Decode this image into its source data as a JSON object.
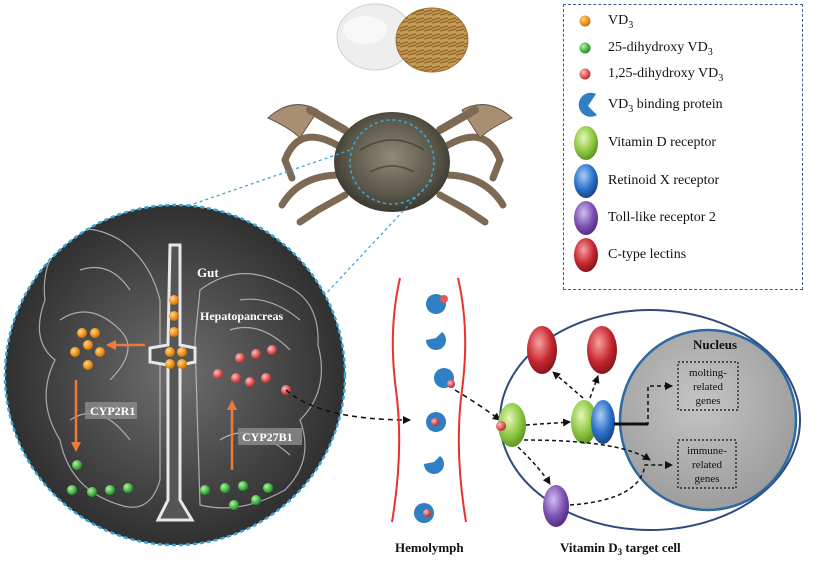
{
  "legend": {
    "vd3": "VD",
    "vd3_sub": "3",
    "dihydroxy25": "25-dihydroxy VD",
    "dihydroxy25_sub": "3",
    "dihydroxy125": "1,25-dihydroxy VD",
    "dihydroxy125_sub": "3",
    "binding_protein": "VD",
    "binding_protein_sub": "3",
    "binding_protein_suffix": " binding protein",
    "vdr": "Vitamin D receptor",
    "rxr": "Retinoid X receptor",
    "tlr2": "Toll-like  receptor  2",
    "ctl": "C-type lectins"
  },
  "labels": {
    "gut": "Gut",
    "hepatopancreas": "Hepatopancreas",
    "cyp2r1": "CYP2R1",
    "cyp27b1": "CYP27B1",
    "hemolymph": "Hemolymph",
    "target_cell": "Vitamin D",
    "target_cell_sub": "3",
    "target_cell_suffix": " target cell",
    "nucleus": "Nucleus",
    "molting1": "molting-",
    "molting2": "related",
    "molting3": "genes",
    "immune1": "immune-",
    "immune2": "related",
    "immune3": "genes"
  },
  "colors": {
    "vd3": "#f0961e",
    "dihydroxy25": "#4cb848",
    "dihydroxy125": "#e05a5a",
    "binding_protein": "#2f7fc4",
    "vdr": "#8cc63f",
    "rxr": "#2a6fc9",
    "tlr2": "#7b4fb3",
    "ctl": "#c6262e",
    "vessel": "#e8322c",
    "arrow_orange": "#ec7a3a",
    "connector": "#3aa7d8"
  }
}
